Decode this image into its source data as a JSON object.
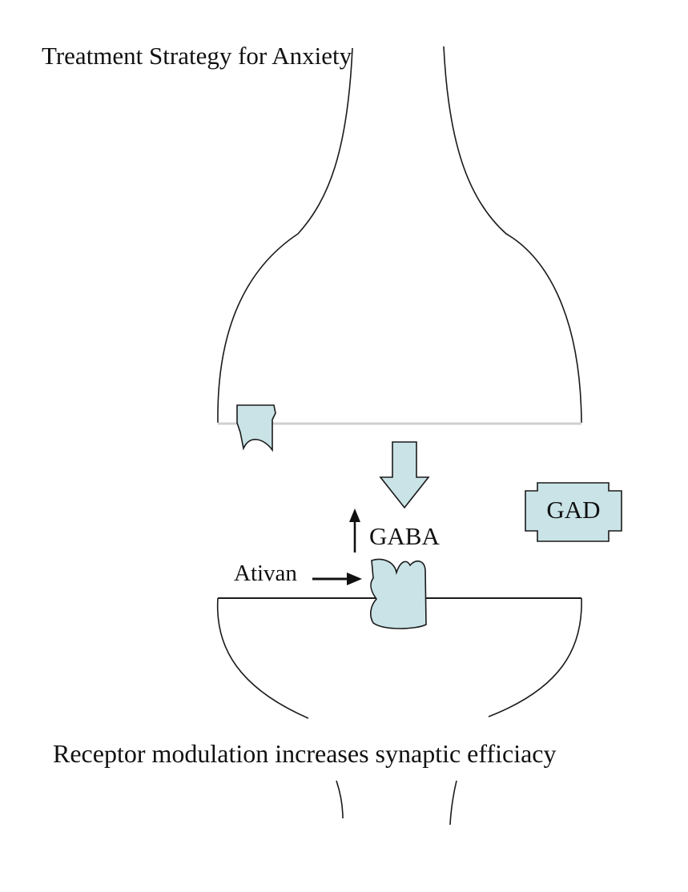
{
  "title": "Treatment Strategy for Anxiety",
  "caption": "Receptor modulation increases synaptic efficiacy",
  "labels": {
    "enzyme": "GAD",
    "neurotransmitter": "GABA",
    "drug": "Ativan"
  },
  "colors": {
    "fill": "#c9e3e6",
    "stroke": "#1a1a1a",
    "membrane_top": "#cfcfcf"
  }
}
